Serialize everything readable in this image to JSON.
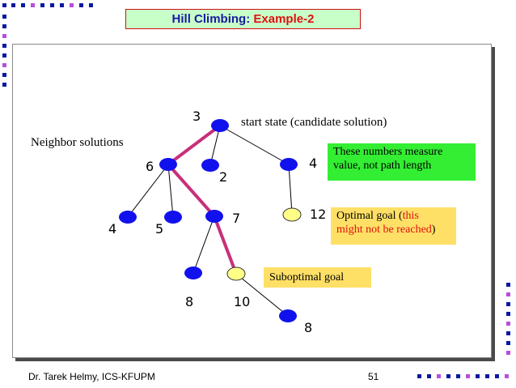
{
  "slide": {
    "title_prefix": "Hill Climbing:",
    "title_accent": "Example-2",
    "footer_author": "Dr. Tarek Helmy, ICS-KFUPM",
    "page_number": "51"
  },
  "tree": {
    "start_label": "start state (candidate solution)",
    "neighbor_label": "Neighbor solutions",
    "suboptimal_label": "Suboptimal goal",
    "nodes": [
      {
        "id": "root",
        "value": "3",
        "color": "blue"
      },
      {
        "id": "n6",
        "value": "6",
        "color": "blue"
      },
      {
        "id": "n2",
        "value": "2",
        "color": "blue"
      },
      {
        "id": "n4",
        "value": "4",
        "color": "blue"
      },
      {
        "id": "n4b",
        "value": "4",
        "color": "blue"
      },
      {
        "id": "n5",
        "value": "5",
        "color": "blue"
      },
      {
        "id": "n7",
        "value": "7",
        "color": "blue"
      },
      {
        "id": "n12",
        "value": "12",
        "color": "yellow"
      },
      {
        "id": "n8",
        "value": "8",
        "color": "blue"
      },
      {
        "id": "n10",
        "value": "10",
        "color": "yellow"
      },
      {
        "id": "n8b",
        "value": "8",
        "color": "blue"
      }
    ],
    "edges": [
      {
        "from": "root",
        "to": "n6",
        "on_path": true
      },
      {
        "from": "root",
        "to": "n2",
        "on_path": false
      },
      {
        "from": "root",
        "to": "n4",
        "on_path": false
      },
      {
        "from": "n6",
        "to": "n4b",
        "on_path": false
      },
      {
        "from": "n6",
        "to": "n5",
        "on_path": false
      },
      {
        "from": "n6",
        "to": "n7",
        "on_path": true
      },
      {
        "from": "n4",
        "to": "n12",
        "on_path": false
      },
      {
        "from": "n7",
        "to": "n8",
        "on_path": false
      },
      {
        "from": "n7",
        "to": "n10",
        "on_path": true
      },
      {
        "from": "n10",
        "to": "n8b",
        "on_path": false
      }
    ]
  },
  "notes": {
    "measure_line1": "These numbers measure",
    "measure_line2": "value, not path length",
    "optimal_prefix": "Optimal goal (",
    "optimal_red1": "this",
    "optimal_red2": "might not be reached",
    "optimal_suffix": ")"
  },
  "colors": {
    "node_blue": "#1111ee",
    "node_yellow": "#ffff88",
    "path": "#c8307a",
    "edge": "#000000",
    "note_green": "#33ee33",
    "note_yellow": "#ffe066",
    "decor_blue": "#0a1aa0",
    "decor_purple": "#b94fd8",
    "title_red": "#e01010"
  }
}
